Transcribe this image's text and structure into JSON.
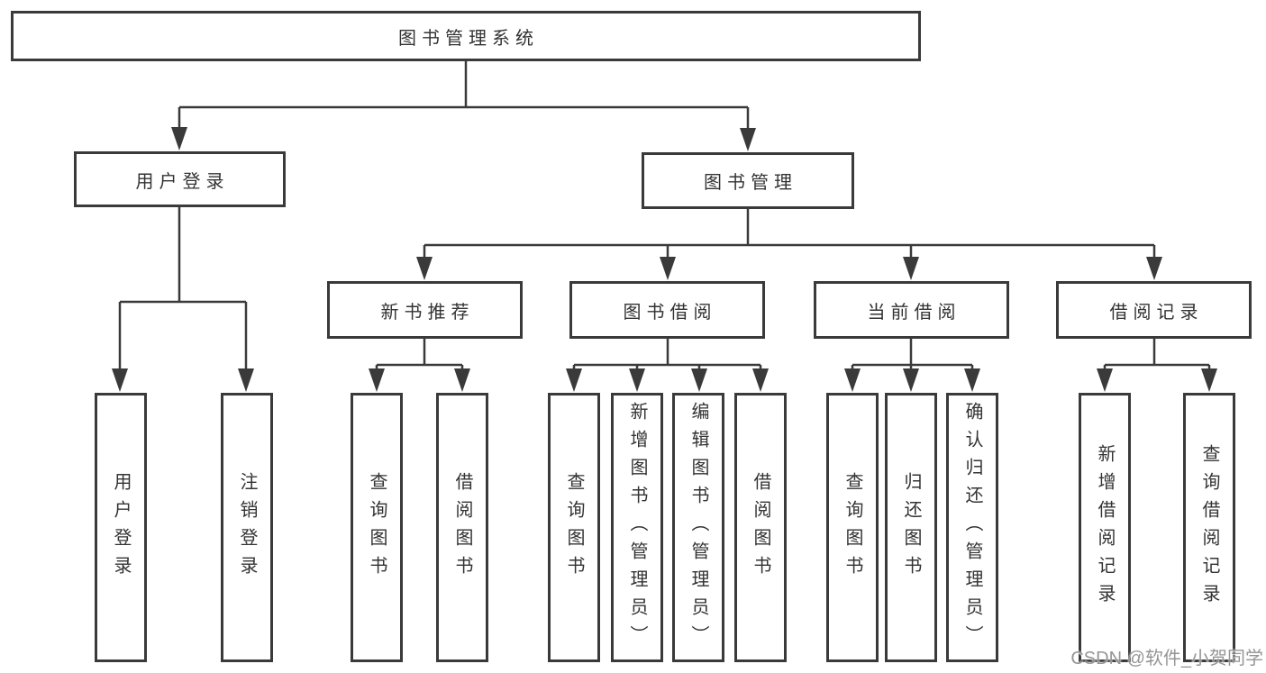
{
  "diagram": {
    "root": {
      "label": "图书管理系统"
    },
    "branches": [
      {
        "label": "用户登录",
        "children": [
          {
            "label": "用户登录"
          },
          {
            "label": "注销登录"
          }
        ]
      },
      {
        "label": "图书管理",
        "children": [
          {
            "label": "新书推荐",
            "children": [
              {
                "label": "查询图书"
              },
              {
                "label": "借阅图书"
              }
            ]
          },
          {
            "label": "图书借阅",
            "children": [
              {
                "label": "查询图书"
              },
              {
                "label": "新增图书（管理员）"
              },
              {
                "label": "编辑图书（管理员）"
              },
              {
                "label": "借阅图书"
              }
            ]
          },
          {
            "label": "当前借阅",
            "children": [
              {
                "label": "查询图书"
              },
              {
                "label": "归还图书"
              },
              {
                "label": "确认归还（管理员）"
              }
            ]
          },
          {
            "label": "借阅记录",
            "children": [
              {
                "label": "新增借阅记录"
              },
              {
                "label": "查询借阅记录"
              }
            ]
          }
        ]
      }
    ]
  },
  "watermark": "CSDN @软件_小贺同学",
  "colors": {
    "line": "#3a3a3a",
    "text": "#333333",
    "background": "#ffffff",
    "watermark": "#828282"
  }
}
